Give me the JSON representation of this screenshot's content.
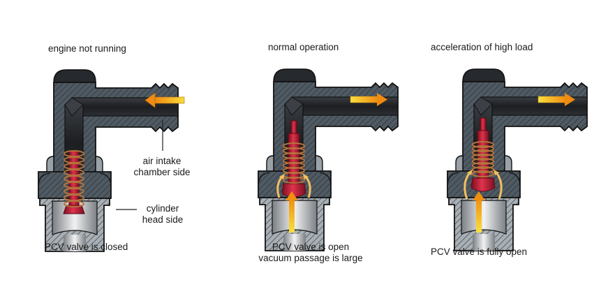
{
  "panels": [
    {
      "title": "engine not running",
      "caption_lines": [
        "PCV valve is closed"
      ],
      "state": "closed",
      "flow_direction": "into valve from air intake side",
      "callouts": [
        {
          "label_lines": [
            "air intake",
            "chamber side"
          ]
        },
        {
          "label_lines": [
            "cylinder",
            "head side"
          ]
        }
      ]
    },
    {
      "title": "normal operation",
      "caption_lines": [
        "PCV valve is open",
        "vacuum passage is large"
      ],
      "state": "open",
      "flow_direction": "from cylinder head side out to air intake side"
    },
    {
      "title": "acceleration of high load",
      "caption_lines": [
        "PCV valve is fully open"
      ],
      "state": "fully open",
      "flow_direction": "from cylinder head side out to air intake side"
    }
  ],
  "colors": {
    "body_dark": "#2e3238",
    "body_hatch": "#4f5a63",
    "lower_housing": "#8e969c",
    "plunger_red": "#c8203a",
    "spring": "#b0703a",
    "arrow_orange": "#f0a020",
    "arrow_yellow": "#f6d030"
  }
}
